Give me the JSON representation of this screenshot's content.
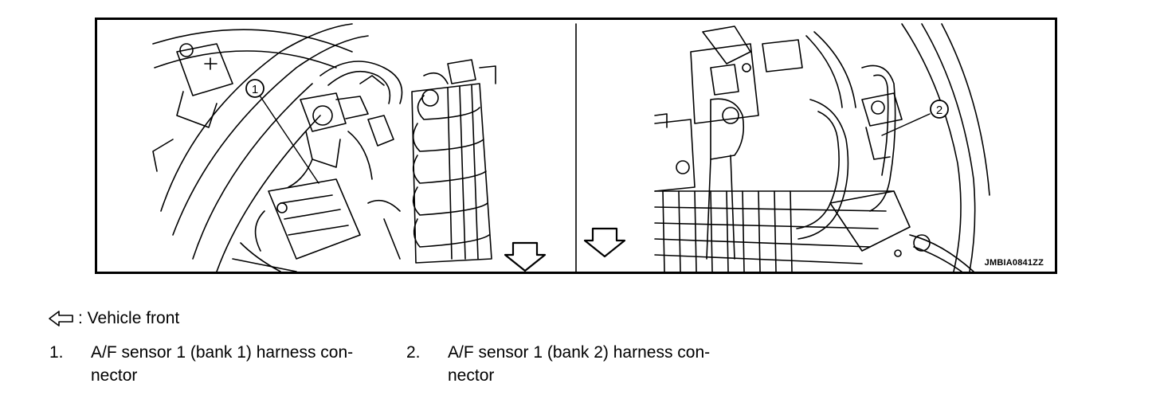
{
  "figure": {
    "callouts": [
      "1",
      "2"
    ],
    "figure_id": "JMBIA0841ZZ",
    "arrow_icon": "front-arrow-icon"
  },
  "legend": {
    "text": ": Vehicle front",
    "icon": "front-arrow-outline-icon"
  },
  "items": [
    {
      "number": "1.",
      "line1": "A/F sensor 1 (bank 1) harness con-",
      "line2": "nector"
    },
    {
      "number": "2.",
      "line1": "A/F sensor 1 (bank 2) harness con-",
      "line2": "nector"
    }
  ]
}
